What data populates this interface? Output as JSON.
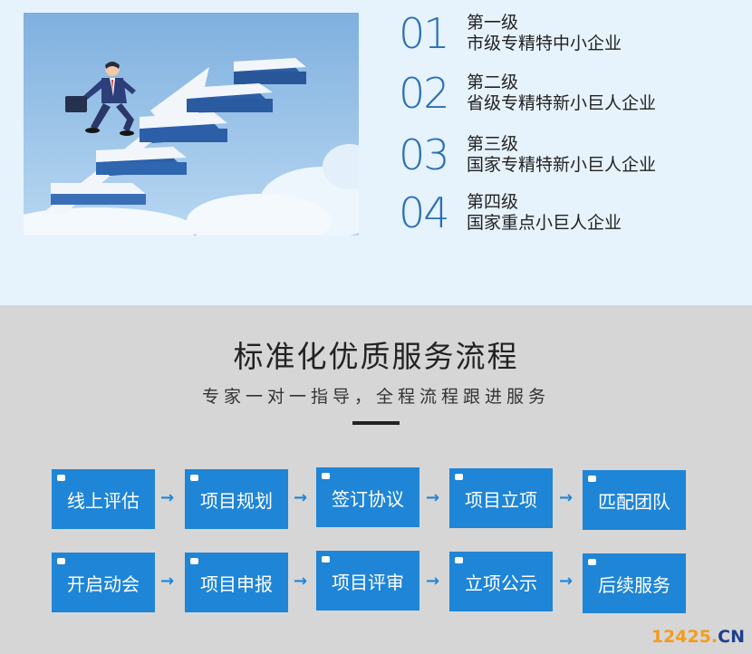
{
  "levels": [
    {
      "num": "01",
      "name": "第一级",
      "desc": "市级专精特中小企业"
    },
    {
      "num": "02",
      "name": "第二级",
      "desc": "省级专精特新小巨人企业"
    },
    {
      "num": "03",
      "name": "第三级",
      "desc": "国家专精特新小巨人企业"
    },
    {
      "num": "04",
      "name": "第四级",
      "desc": "国家重点小巨人企业"
    }
  ],
  "service": {
    "title": "标准化优质服务流程",
    "subtitle": "专家一对一指导，全程流程跟进服务",
    "row1": [
      "线上评估",
      "项目规划",
      "签订协议",
      "项目立项",
      "匹配团队"
    ],
    "row2": [
      "开启动会",
      "项目申报",
      "项目评审",
      "立项公示",
      "后续服务"
    ],
    "arrow": "→"
  },
  "watermark": {
    "digits": "12425.",
    "suffix": "CN"
  },
  "colors": {
    "accent": "#1f85d6",
    "number": "#2a6fb6",
    "top_bg": "#e6f2fc",
    "bottom_bg": "#d6d6d6"
  }
}
